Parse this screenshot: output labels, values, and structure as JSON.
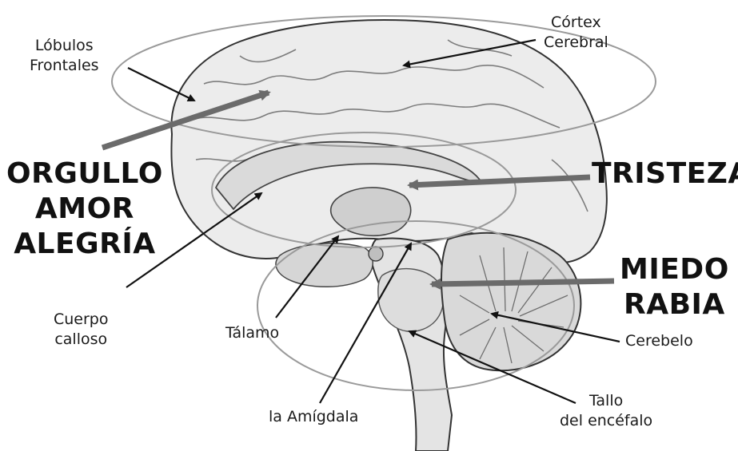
{
  "labels": {
    "lobulos_frontales": [
      "Lóbulos",
      "Frontales"
    ],
    "cortex_cerebral": [
      "Córtex",
      "Cerebral"
    ],
    "cuerpo_calloso": [
      "Cuerpo",
      "calloso"
    ],
    "talamo": "Tálamo",
    "amigdala": "la Amígdala",
    "cerebelo": "Cerebelo",
    "tallo": [
      "Tallo",
      "del encéfalo"
    ]
  },
  "emotions": {
    "frontal": [
      "ORGULLO",
      "AMOR",
      "ALEGRÍA"
    ],
    "limbic": [
      "TRISTEZA"
    ],
    "brainstem": [
      "MIEDO",
      "RABIA"
    ]
  },
  "colors": {
    "ink": "#111111",
    "gray_arrow": "#6b6b6b",
    "ring": "#9a9a9a",
    "brain_fill": "#ececec",
    "brain_shade": "#cfcfcf"
  }
}
